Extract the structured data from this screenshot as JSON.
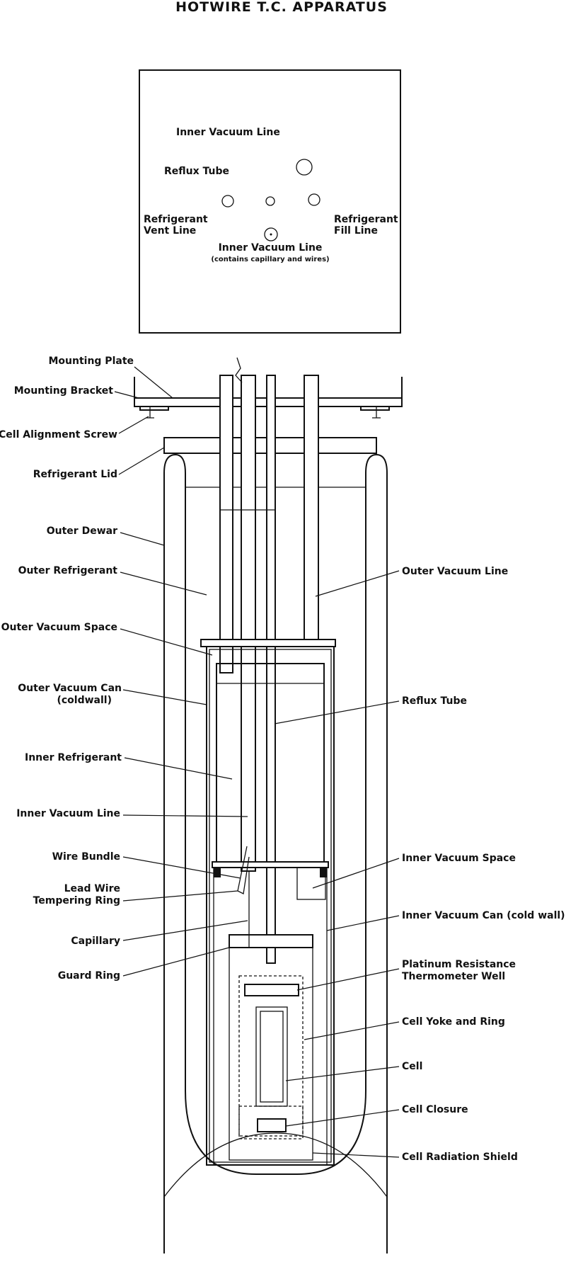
{
  "title": "HOTWIRE T.C. APPARATUS",
  "top_view": {
    "inner_vacuum_line_top": "Inner Vacuum Line",
    "reflux_tube": "Reflux Tube",
    "refrigerant_vent_line_1": "Refrigerant",
    "refrigerant_vent_line_2": "Vent Line",
    "refrigerant_fill_line_1": "Refrigerant",
    "refrigerant_fill_line_2": "Fill Line",
    "inner_vacuum_line_center": "Inner Vacuum Line",
    "inner_vacuum_line_note": "(contains capillary and wires)"
  },
  "left_labels": {
    "mounting_plate": "Mounting Plate",
    "mounting_bracket": "Mounting Bracket",
    "cell_alignment_screw": "Cell Alignment Screw",
    "refrigerant_lid": "Refrigerant Lid",
    "outer_dewar": "Outer Dewar",
    "outer_refrigerant": "Outer Refrigerant",
    "outer_vacuum_space": "Outer Vacuum Space",
    "outer_vacuum_can_1": "Outer Vacuum Can",
    "outer_vacuum_can_2": "(coldwall)",
    "inner_refrigerant": "Inner Refrigerant",
    "inner_vacuum_line": "Inner Vacuum Line",
    "wire_bundle": "Wire Bundle",
    "lead_wire_1": "Lead Wire",
    "lead_wire_2": "Tempering Ring",
    "capillary": "Capillary",
    "guard_ring": "Guard Ring"
  },
  "right_labels": {
    "outer_vacuum_line": "Outer Vacuum Line",
    "reflux_tube": "Reflux Tube",
    "inner_vacuum_space": "Inner Vacuum Space",
    "inner_vacuum_can": "Inner Vacuum Can (cold wall)",
    "prt_well_1": "Platinum Resistance",
    "prt_well_2": "Thermometer Well",
    "cell_yoke": "Cell Yoke and Ring",
    "cell": "Cell",
    "cell_closure": "Cell Closure",
    "cell_radiation_shield": "Cell Radiation Shield"
  }
}
